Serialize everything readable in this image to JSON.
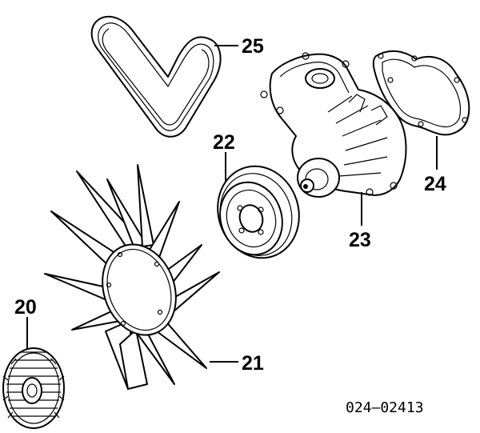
{
  "diagram": {
    "callouts": {
      "part_20": "20",
      "part_21": "21",
      "part_22": "22",
      "part_23": "23",
      "part_24": "24",
      "part_25": "25"
    },
    "document_code": "024–02413"
  }
}
